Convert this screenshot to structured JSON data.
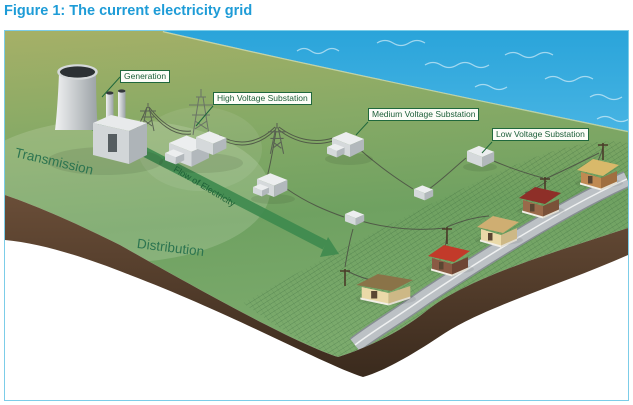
{
  "figure": {
    "title": "Figure 1: The current electricity grid"
  },
  "callouts": {
    "generation": "Generation",
    "high_voltage": "High Voltage Substation",
    "medium_voltage": "Medium Voltage Substation",
    "low_voltage": "Low Voltage Substation"
  },
  "region_labels": {
    "transmission": "Transmission",
    "distribution": "Distribution",
    "flow_of_electricity": "Flow of Electricity"
  },
  "illustrations": {
    "power_plant": "power-plant",
    "cooling_tower": "cooling-tower",
    "smokestacks": "smokestacks",
    "transmission_pylon": "transmission-pylon",
    "high_voltage_substation": "high-voltage-substation-building",
    "medium_voltage_substation": "medium-voltage-substation-building",
    "distribution_building": "distribution-building",
    "low_voltage_substation": "low-voltage-substation-box",
    "utility_pole": "utility-pole",
    "power_line": "power-line",
    "houses": "houses",
    "road": "road",
    "water": "water",
    "flow_arrow": "flow-of-electricity-arrow"
  },
  "colors": {
    "title_blue": "#1e9cd7",
    "figure_border": "#7ccde8",
    "water_blue": "#2fa9de",
    "grass_green": "#7aa765",
    "hill_olive": "#a6b067",
    "soil_brown": "#4a3526",
    "arrow_green": "#3e8a4e",
    "callout_green": "#20683c",
    "road_gray": "#bcc1c5"
  }
}
